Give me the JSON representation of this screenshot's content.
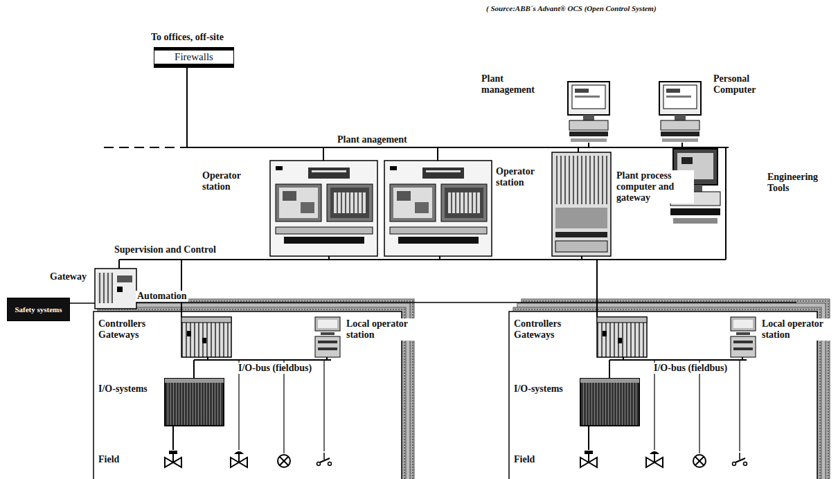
{
  "diagram": {
    "nodes": [
      {
        "text": [
          "Firewalls"
        ]
      },
      {
        "text": [
          "Plant management"
        ]
      },
      {
        "text": [
          "Personal Computer"
        ]
      },
      {
        "text": [
          "Operator station"
        ]
      },
      {
        "text": [
          "Operator station"
        ]
      },
      {
        "text": [
          "Plant process computer and gateway"
        ]
      },
      {
        "text": [
          "Engineering Tools"
        ]
      },
      {
        "text": [
          "Gateway"
        ]
      },
      {
        "text": [
          "Safety systems"
        ]
      },
      {
        "text": [
          "Controllers Gateways"
        ]
      },
      {
        "text": [
          "Local operator station"
        ]
      },
      {
        "text": [
          "I/O-systems"
        ]
      },
      {
        "text": [
          "Controllers Gateways"
        ]
      },
      {
        "text": [
          "Local operator station"
        ]
      },
      {
        "text": [
          "I/O-systems"
        ]
      }
    ],
    "edges": [
      {
        "from": 8,
        "to": 7,
        "arrow": "none"
      }
    ],
    "labels": [
      "( Source:ABB´s Advant® OCS (Open Control System)",
      "To offices, off-site",
      "Plant anagement",
      "Supervision and Control",
      "Automation",
      "I/O-bus (fieldbus)",
      "Field",
      "I/O-bus (fieldbus)",
      "Field"
    ]
  }
}
